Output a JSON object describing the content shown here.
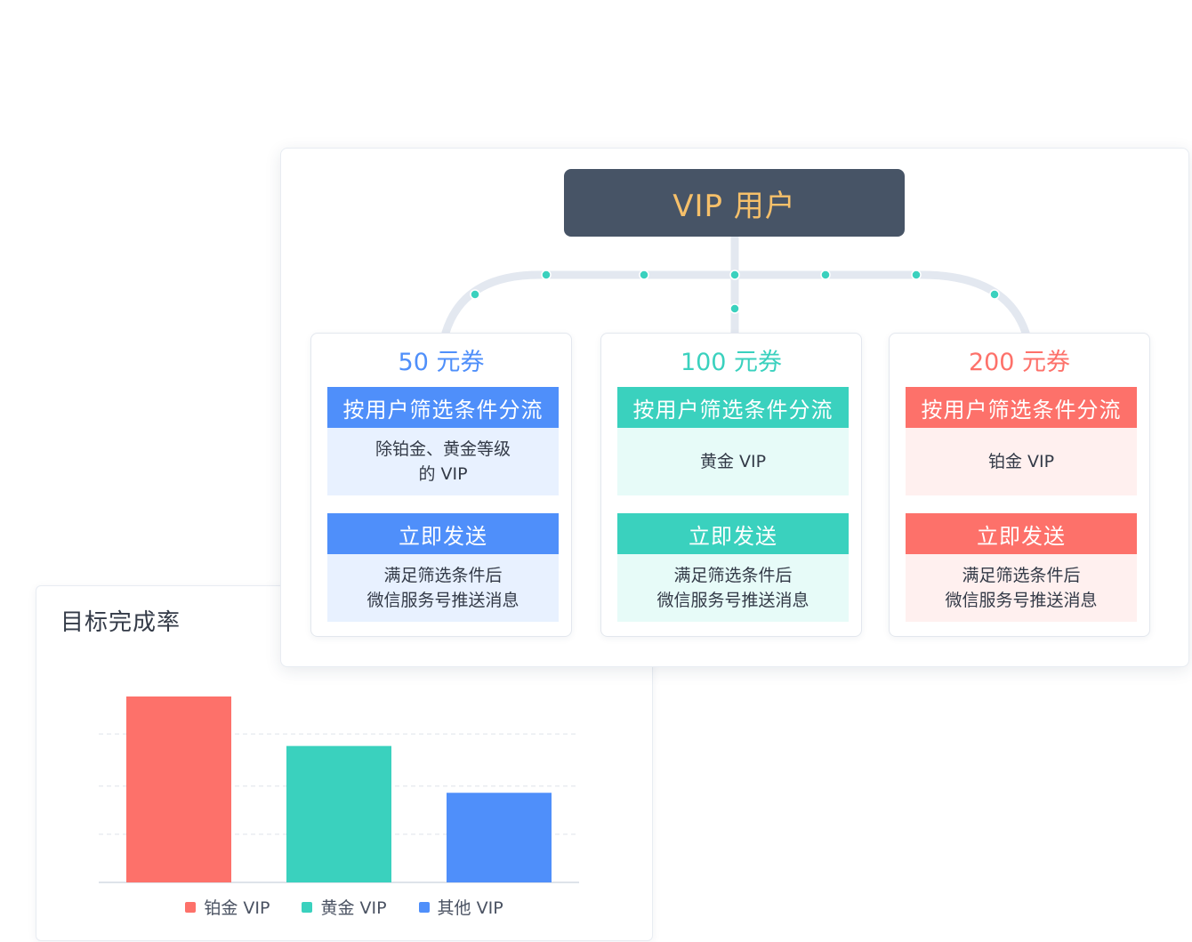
{
  "flow": {
    "root": {
      "label": "VIP 用户"
    },
    "branches": [
      {
        "title": "50 元券",
        "rule_header": "按用户筛选条件分流",
        "rule_body": "除铂金、黄金等级\n的 VIP",
        "action_header": "立即发送",
        "action_body": "满足筛选条件后\n微信服务号推送消息",
        "accent": "#4f8ffa",
        "tint": "#e8f1ff"
      },
      {
        "title": "100 元券",
        "rule_header": "按用户筛选条件分流",
        "rule_body": "黄金 VIP",
        "action_header": "立即发送",
        "action_body": "满足筛选条件后\n微信服务号推送消息",
        "accent": "#3ad1be",
        "tint": "#e7fbf8"
      },
      {
        "title": "200 元券",
        "rule_header": "按用户筛选条件分流",
        "rule_body": "铂金 VIP",
        "action_header": "立即发送",
        "action_body": "满足筛选条件后\n微信服务号推送消息",
        "accent": "#fd716a",
        "tint": "#fff0ef"
      }
    ],
    "connector_color": "#e3e8f0",
    "dot_color": "#3ad1be"
  },
  "chart_data": {
    "type": "bar",
    "title": "目标完成率",
    "categories": [
      "铂金 VIP",
      "黄金 VIP",
      "其他 VIP"
    ],
    "values": [
      1.39,
      1.02,
      0.67
    ],
    "colors": [
      "#fd716a",
      "#3ad1be",
      "#4f8ffa"
    ],
    "ylim": [
      0,
      1.39
    ],
    "gridlines": [
      0.36,
      0.72,
      1.11
    ],
    "grid": true,
    "legend": "bottom-center"
  }
}
